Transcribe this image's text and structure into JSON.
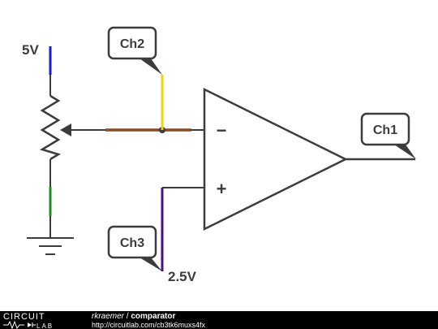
{
  "labels": {
    "supply": "5V",
    "reference": "2.5V",
    "minus_sign": "−",
    "plus_sign": "+"
  },
  "probes": {
    "ch1": "Ch1",
    "ch2": "Ch2",
    "ch3": "Ch3"
  },
  "footer": {
    "logo_top": "CIRCUIT",
    "logo_bottom": "LAB",
    "author": "rkraemer",
    "separator": " / ",
    "title": "comparator",
    "url": "http://circuitlab.com/cb3tk6muxs4fx"
  },
  "colors": {
    "wire": "#3c3c3c",
    "supply_wire": "#1a1adc",
    "ground_wire": "#1e8c1e",
    "wiper_wire": "#8b4a22",
    "ch2_probe_wire": "#f2d40c",
    "ch3_probe_wire": "#4b0f8a"
  }
}
